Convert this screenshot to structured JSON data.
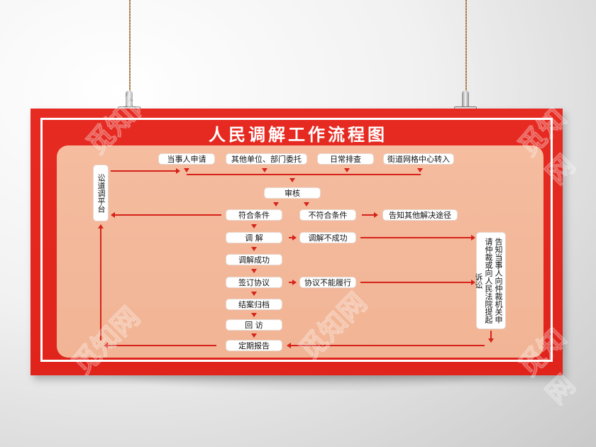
{
  "poster": {
    "title": "人民调解工作流程图",
    "colors": {
      "board_red": "#e3271f",
      "panel_peach": "#f4b99c",
      "arrow_red": "#d6231a",
      "box_white": "#ffffff"
    }
  },
  "sources": [
    {
      "label": "当事人申请"
    },
    {
      "label": "其他单位、部门委托"
    },
    {
      "label": "日常排查"
    },
    {
      "label": "街道网格中心转入"
    }
  ],
  "side_left": {
    "label": "讼道调平台"
  },
  "side_right": {
    "label": "告知当事人向仲裁机关申请仲裁或向人民法院提起诉讼"
  },
  "flow": {
    "review": "审核",
    "qualified": "符合条件",
    "unqualified": "不符合条件",
    "other_ways": "告知其他解决途径",
    "mediate": "调  解",
    "mediate_fail": "调解不成功",
    "mediate_success": "调解成功",
    "sign_agreement": "签订协议",
    "agreement_fail": "协议不能履行",
    "archive": "结案归档",
    "follow_up": "回  访",
    "report": "定期报告"
  },
  "watermark": "觅知网"
}
